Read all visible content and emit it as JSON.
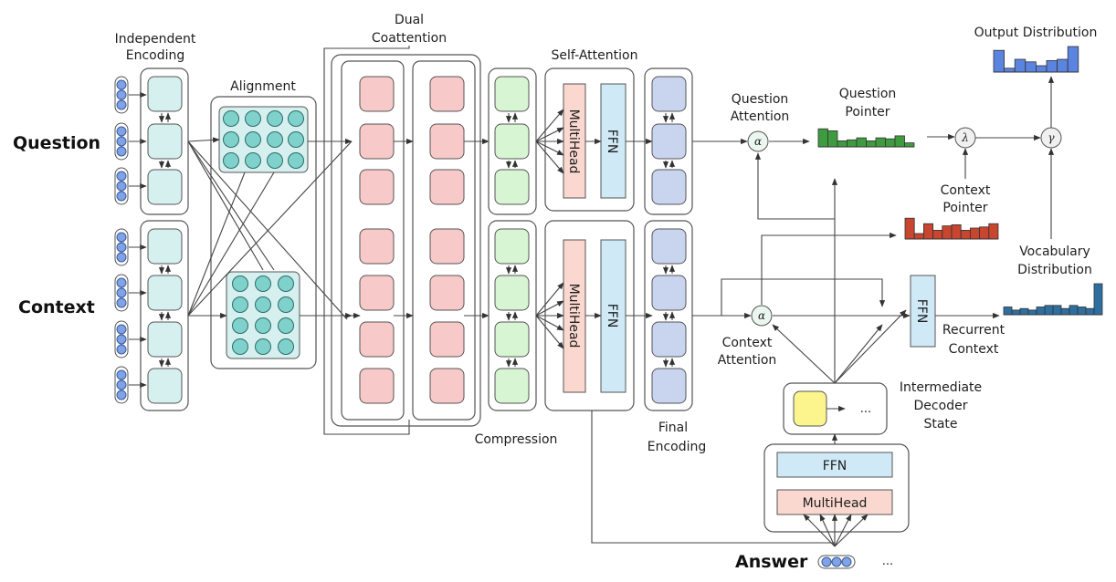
{
  "labels": {
    "question": "Question",
    "context": "Context",
    "answer": "Answer",
    "independent_encoding_1": "Independent",
    "independent_encoding_2": "Encoding",
    "alignment": "Alignment",
    "dual_coattention_1": "Dual",
    "dual_coattention_2": "Coattention",
    "self_attention": "Self-Attention",
    "compression": "Compression",
    "final_encoding_1": "Final",
    "final_encoding_2": "Encoding",
    "question_attention_1": "Question",
    "question_attention_2": "Attention",
    "question_pointer_1": "Question",
    "question_pointer_2": "Pointer",
    "context_pointer_1": "Context",
    "context_pointer_2": "Pointer",
    "output_distribution": "Output Distribution",
    "vocabulary_distribution_1": "Vocabulary",
    "vocabulary_distribution_2": "Distribution",
    "context_attention_1": "Context",
    "context_attention_2": "Attention",
    "recurrent_context_1": "Recurrent",
    "recurrent_context_2": "Context",
    "intermediate_decoder_state_1": "Intermediate",
    "intermediate_decoder_state_2": "Decoder",
    "intermediate_decoder_state_3": "State",
    "multihead": "MultiHead",
    "ffn": "FFN",
    "ellipsis": "...",
    "ellipsis_answer": "...",
    "alpha": "α",
    "lambda": "λ",
    "gamma": "γ"
  },
  "colors": {
    "encoding": "#d6f0ef",
    "coattention": "#f7c9c8",
    "compression": "#d8f5d3",
    "final": "#c9d4ee",
    "multihead": "#fbd8cf",
    "ffn": "#cfe9f7",
    "decoder_state": "#fcf48c",
    "question_pointer": "#3f9b3f",
    "context_pointer": "#c8452f",
    "output_dist": "#5b83e0",
    "vocab_dist": "#2e6fa0",
    "token": "#7fa3e6"
  },
  "histograms": {
    "question_pointer": [
      0.9,
      0.8,
      0.3,
      0.35,
      0.45,
      0.3,
      0.45,
      0.4,
      0.55,
      0.2
    ],
    "context_pointer": [
      0.95,
      0.25,
      0.7,
      0.4,
      0.6,
      0.65,
      0.4,
      0.5,
      0.55,
      0.7
    ],
    "output_distribution": [
      0.85,
      0.15,
      0.5,
      0.4,
      0.25,
      0.45,
      0.5,
      1.0
    ],
    "vocabulary_distribution": [
      0.25,
      0.15,
      0.2,
      0.15,
      0.25,
      0.3,
      0.3,
      0.2,
      0.3,
      0.25,
      0.2,
      1.0
    ]
  }
}
